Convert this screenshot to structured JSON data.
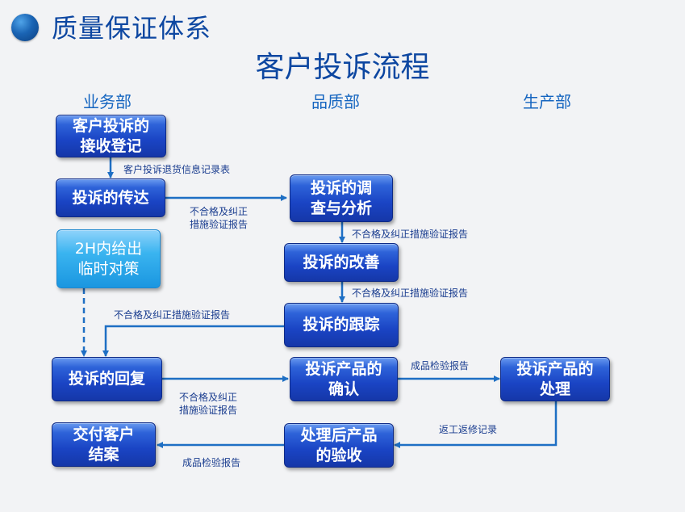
{
  "header": {
    "title": "质量保证体系"
  },
  "flow_title": "客户投诉流程",
  "departments": [
    "业务部",
    "品质部",
    "生产部"
  ],
  "boxes": {
    "receive": "客户投诉的\n接收登记",
    "transfer": "投诉的传达",
    "temp": "2H内给出\n临时对策",
    "reply": "投诉的回复",
    "deliver": "交付客户\n结案",
    "investigate": "投诉的调\n查与分析",
    "improve": "投诉的改善",
    "track": "投诉的跟踪",
    "confirm": "投诉产品的\n确认",
    "accept": "处理后产品\n的验收",
    "handle": "投诉产品的\n处理"
  },
  "labels": {
    "return_form": "客户投诉退货信息记录表",
    "nc_report_1": "不合格及纠正\n措施验证报告",
    "nc_report_2": "不合格及纠正措施验证报告",
    "nc_report_3": "不合格及纠正措施验证报告",
    "nc_report_4": "不合格及纠正措施验证报告",
    "nc_report_5": "不合格及纠正\n措施验证报告",
    "finished_report_1": "成品检验报告",
    "rework_record": "返工返修记录",
    "finished_report_2": "成品检验报告"
  },
  "colors": {
    "heading": "#0d47a1",
    "box": "#1a44c4",
    "box_light": "#3ab4f0",
    "arrow": "#1e6fc4"
  }
}
